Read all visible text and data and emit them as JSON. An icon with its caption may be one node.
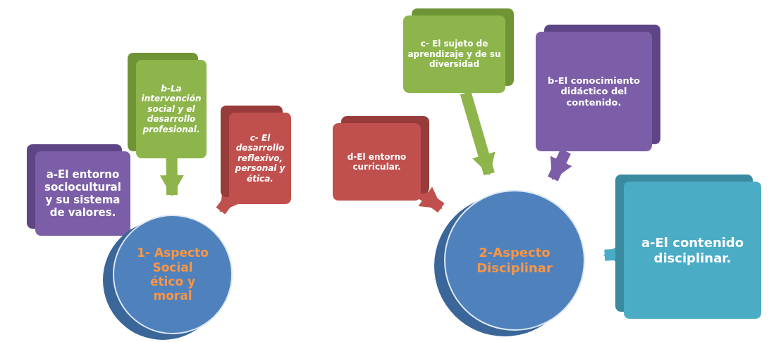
{
  "diagram": {
    "nodes": [
      {
        "text": [
          "a-El entorno sociocultural y su sistema de valores."
        ]
      },
      {
        "text": [
          "b-La intervención social y el desarrollo profesional."
        ]
      },
      {
        "text": [
          "c- El desarrollo reflexivo, personal y ética."
        ]
      },
      {
        "text": [
          "1- Aspecto Social ético y moral"
        ]
      },
      {
        "text": [
          "c- El sujeto de aprendizaje y de su diversidad"
        ]
      },
      {
        "text": [
          "b-El conocimiento didáctico del contenido."
        ]
      },
      {
        "text": [
          "d-El entorno curricular."
        ]
      },
      {
        "text": [
          "2-Aspecto Disciplinar"
        ]
      },
      {
        "text": [
          "a-El contenido disciplinar."
        ]
      }
    ],
    "edges": [
      {
        "from": 1,
        "to": 3,
        "arrow": "to",
        "color": "#8db54b"
      },
      {
        "from": 2,
        "to": 3,
        "arrow": "to",
        "color": "#c0504d"
      },
      {
        "from": 4,
        "to": 7,
        "arrow": "to",
        "color": "#8db54b"
      },
      {
        "from": 5,
        "to": 7,
        "arrow": "to",
        "color": "#7b5ea7"
      },
      {
        "from": 6,
        "to": 7,
        "arrow": "to",
        "color": "#c0504d"
      },
      {
        "from": 8,
        "to": 7,
        "arrow": "to",
        "color": "#4bacc6"
      }
    ]
  }
}
